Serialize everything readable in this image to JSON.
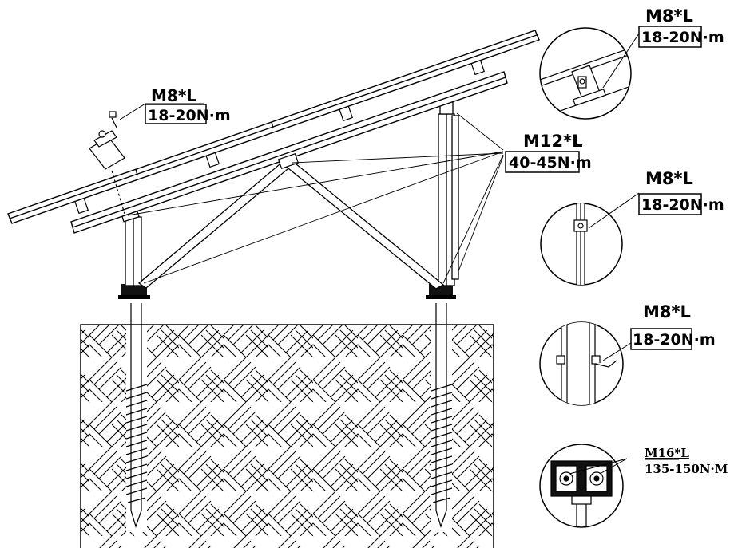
{
  "labels": {
    "left_bolt": {
      "size": "M8*L",
      "torque": "18-20N·m"
    },
    "main_bolt": {
      "size": "M12*L",
      "torque": "40-45N·m"
    },
    "detail_1": {
      "size": "M8*L",
      "torque": "18-20N·m"
    },
    "detail_2": {
      "size": "M8*L",
      "torque": "18-20N·m"
    },
    "detail_3": {
      "size": "M8*L",
      "torque": "18-20N·m"
    },
    "detail_4": {
      "size": "M16*L",
      "torque": "135-150N·M"
    }
  },
  "colors": {
    "line": "#000000",
    "background": "#ffffff"
  }
}
